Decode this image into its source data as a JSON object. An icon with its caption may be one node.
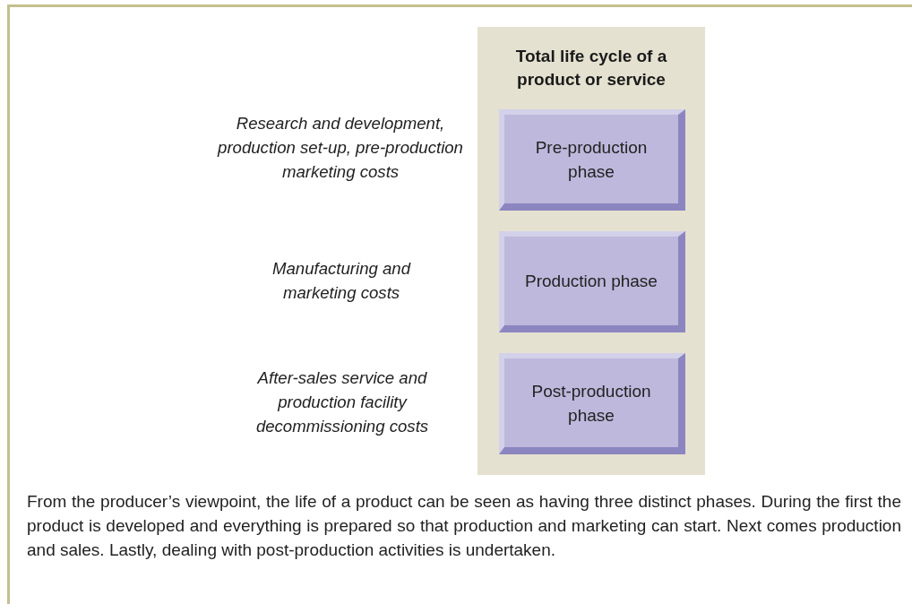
{
  "diagram": {
    "caption": "From the producer’s viewpoint, the life of a product can be seen as having three distinct phases. During the first the product is developed and everything is prepared so that production and marketing can start. Next comes production and sales. Lastly, dealing with post-production activities is undertaken.",
    "nodes": [
      {
        "text": [
          "Total life cycle of a product or service"
        ]
      },
      {
        "text": [
          "Pre-production phase"
        ],
        "in": 0
      },
      {
        "text": [
          "Production phase"
        ],
        "in": 0
      },
      {
        "text": [
          "Post-production phase"
        ],
        "in": 0
      }
    ],
    "labels": [
      "Research and development, production set-up, pre-production marketing costs",
      "Manufacturing and marketing costs",
      "After-sales service and production facility decommissioning costs"
    ]
  }
}
